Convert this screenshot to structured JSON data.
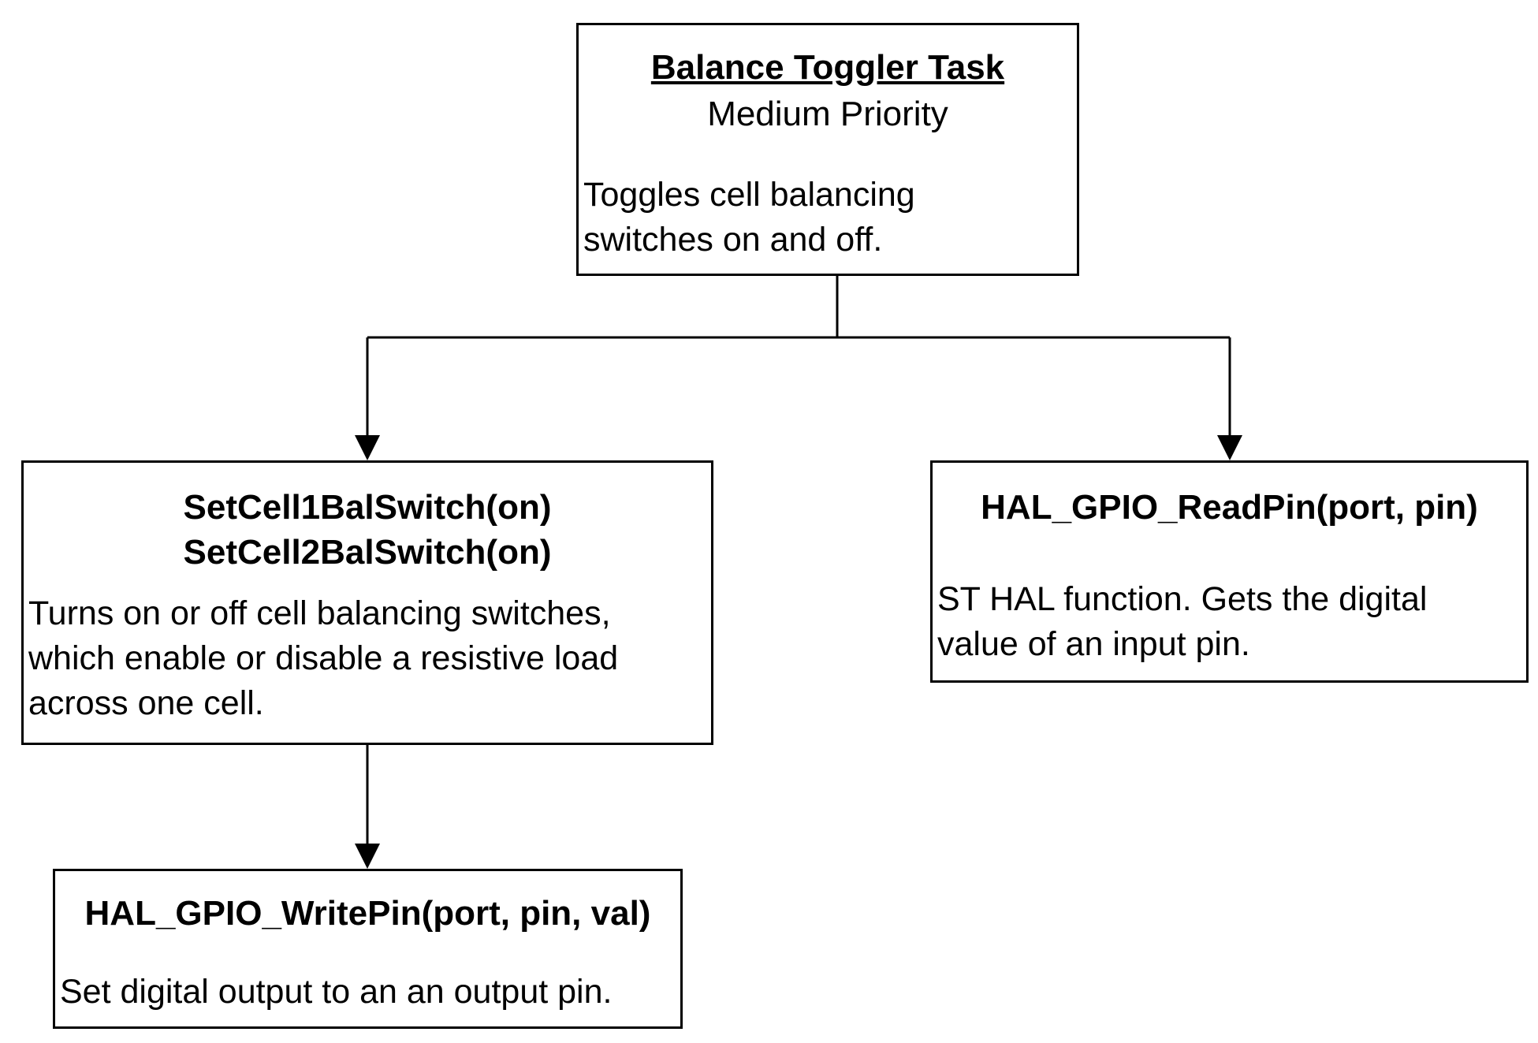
{
  "nodes": {
    "balance_toggler": {
      "title": "Balance Toggler Task",
      "subtitle": "Medium Priority",
      "description_lines": [
        "Toggles cell balancing",
        "switches on and off."
      ]
    },
    "setcell": {
      "title_line1": "SetCell1BalSwitch(on)",
      "title_line2": "SetCell2BalSwitch(on)",
      "description_lines": [
        "Turns on or off cell balancing switches,",
        "which enable or disable a resistive load",
        "across one cell."
      ]
    },
    "readpin": {
      "title": "HAL_GPIO_ReadPin(port, pin)",
      "description_lines": [
        "ST HAL function. Gets the digital",
        "value of an input pin."
      ]
    },
    "writepin": {
      "title": "HAL_GPIO_WritePin(port, pin, val)",
      "description_lines": [
        "Set digital output to an an output pin."
      ]
    }
  },
  "edges": [
    {
      "from": "balance_toggler",
      "to": "setcell"
    },
    {
      "from": "balance_toggler",
      "to": "readpin"
    },
    {
      "from": "setcell",
      "to": "writepin"
    }
  ],
  "colors": {
    "stroke": "#000000",
    "background": "#ffffff",
    "text": "#000000"
  }
}
